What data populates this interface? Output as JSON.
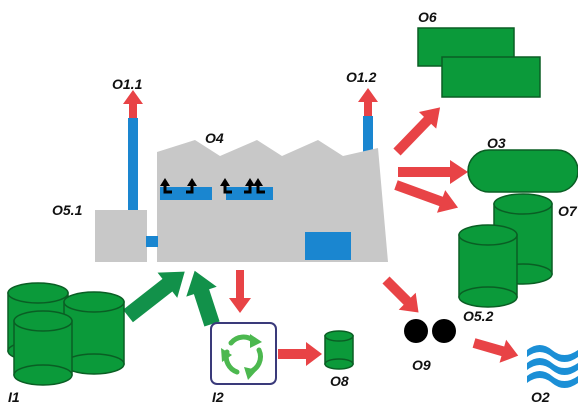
{
  "labels": {
    "o1_1": "O1.1",
    "o1_2": "O1.2",
    "o2": "O2",
    "o3": "O3",
    "o4": "O4",
    "o5_1": "O5.1",
    "o5_2": "O5.2",
    "o6": "O6",
    "o7": "O7",
    "o8": "O8",
    "o9": "O9",
    "i1": "I1",
    "i2": "I2"
  },
  "colors": {
    "factory": "#c8c8c8",
    "pipe": "#1a86d0",
    "tank": "#0b9a3a",
    "tank_outline": "#0a5e24",
    "arrow_red": "#e84346",
    "arrow_green": "#12914a",
    "recycle": "#4cb84f",
    "water": "#1b8fd6",
    "particles": "#000000"
  },
  "icons": {
    "recycle": "recycle-icon",
    "water": "water-waves-icon",
    "flow": "curved-arrow-icon"
  }
}
